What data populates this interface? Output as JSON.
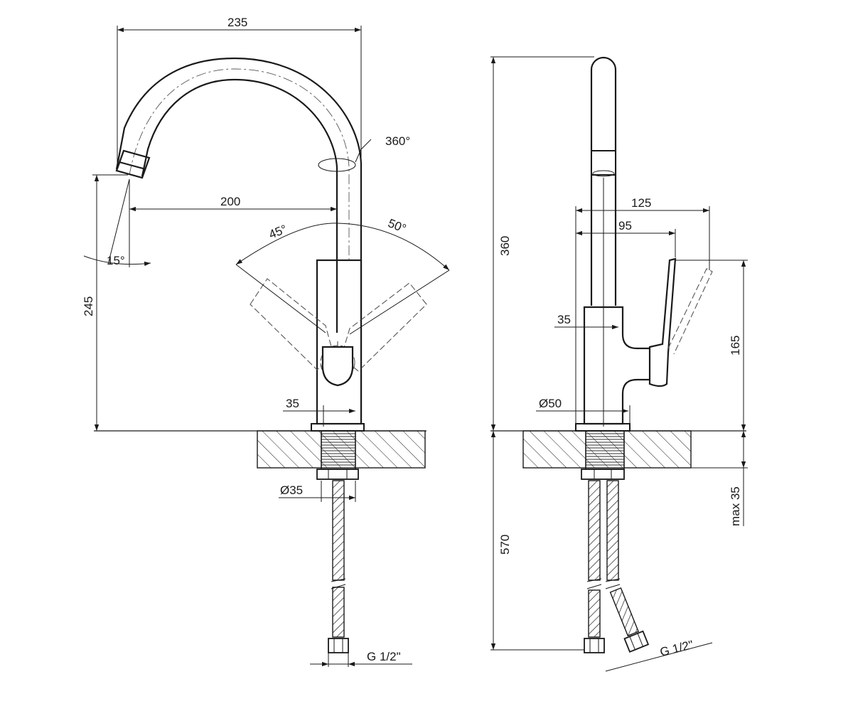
{
  "dimensions": {
    "front_width_total": "235",
    "front_rotation": "360°",
    "front_reach": "200",
    "front_left_angle": "45°",
    "front_right_angle": "50°",
    "front_tilt": "15°",
    "front_height": "245",
    "front_body_width": "35",
    "front_shank_diameter": "Ø35",
    "front_thread": "G 1/2\"",
    "side_height_total": "360",
    "side_lever_depth": "125",
    "side_lever_inner": "95",
    "side_body_width": "35",
    "side_base_diameter": "Ø50",
    "side_lever_height": "165",
    "side_hose_length": "570",
    "side_deck_max": "max 35",
    "side_thread": "G 1/2\""
  }
}
